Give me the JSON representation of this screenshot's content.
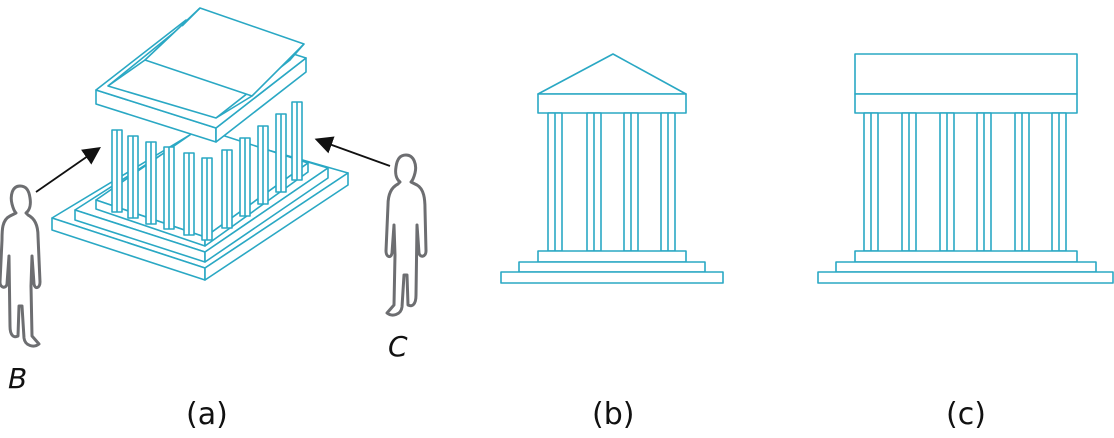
{
  "colors": {
    "line": "#2aa8c4",
    "person": "#6d6e71",
    "arrow": "#111111"
  },
  "labels": {
    "panel_a": "(a)",
    "panel_b": "(b)",
    "panel_c": "(c)",
    "viewer_b": "B",
    "viewer_c": "C"
  }
}
